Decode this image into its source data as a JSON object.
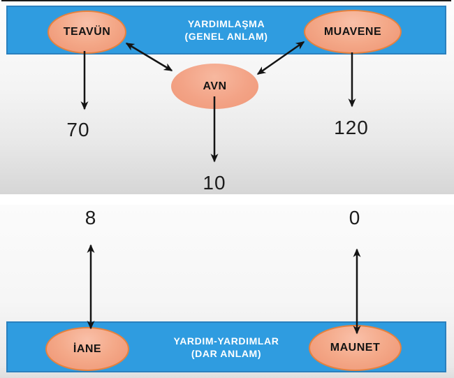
{
  "top_slide": {
    "banner_line1": "YARDIMLAŞMA",
    "banner_line2": "(GENEL ANLAM)",
    "node_teavun": "TEAVÜN",
    "node_muavene": "MUAVENE",
    "node_avn": "AVN",
    "value_teavun": "70",
    "value_muavene": "120",
    "value_avn": "10"
  },
  "bottom_slide": {
    "banner_line1": "YARDIM-YARDIMLAR",
    "banner_line2": "(DAR ANLAM)",
    "node_iane": "İANE",
    "node_maunet": "MAUNET",
    "value_iane": "8",
    "value_maunet": "0"
  },
  "colors": {
    "banner_fill": "#2f9ce0",
    "banner_border": "#2a80be",
    "ellipse_fill": "#f4a989",
    "ellipse_border": "#e6813d",
    "arrow": "#141414",
    "banner_text": "#ffffff",
    "number_text": "#1c1c1c"
  }
}
